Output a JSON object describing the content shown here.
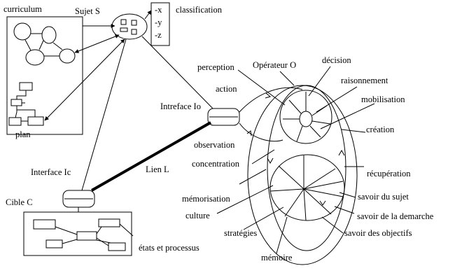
{
  "labels": {
    "curriculum": "curriculum",
    "sujet": "Sujet  S",
    "classification": "classification",
    "axis_x": "-x",
    "axis_y": "-y",
    "axis_z": "-z",
    "plan": "plan",
    "perception": "perception",
    "operateur": "Opérateur O",
    "decision": "décision",
    "raisonnement": "raisonnement",
    "action": "action",
    "mobilisation": "mobilisation",
    "interface_io": "Intreface Io",
    "creation": "création",
    "observation": "observation",
    "concentration": "concentration",
    "recuperation": "récupération",
    "lien": "Lien L",
    "interface_ic": "Interface Ic",
    "savoir_sujet": "savoir du sujet",
    "memorisation": "mémorisation",
    "cible": "Cible C",
    "culture": "culture",
    "savoir_demarche": "savoir de la demarche",
    "strategies": "stratégies",
    "savoir_objectifs": "savoir des objectifs",
    "etats": "états et processus",
    "memoire": "mémoire"
  }
}
